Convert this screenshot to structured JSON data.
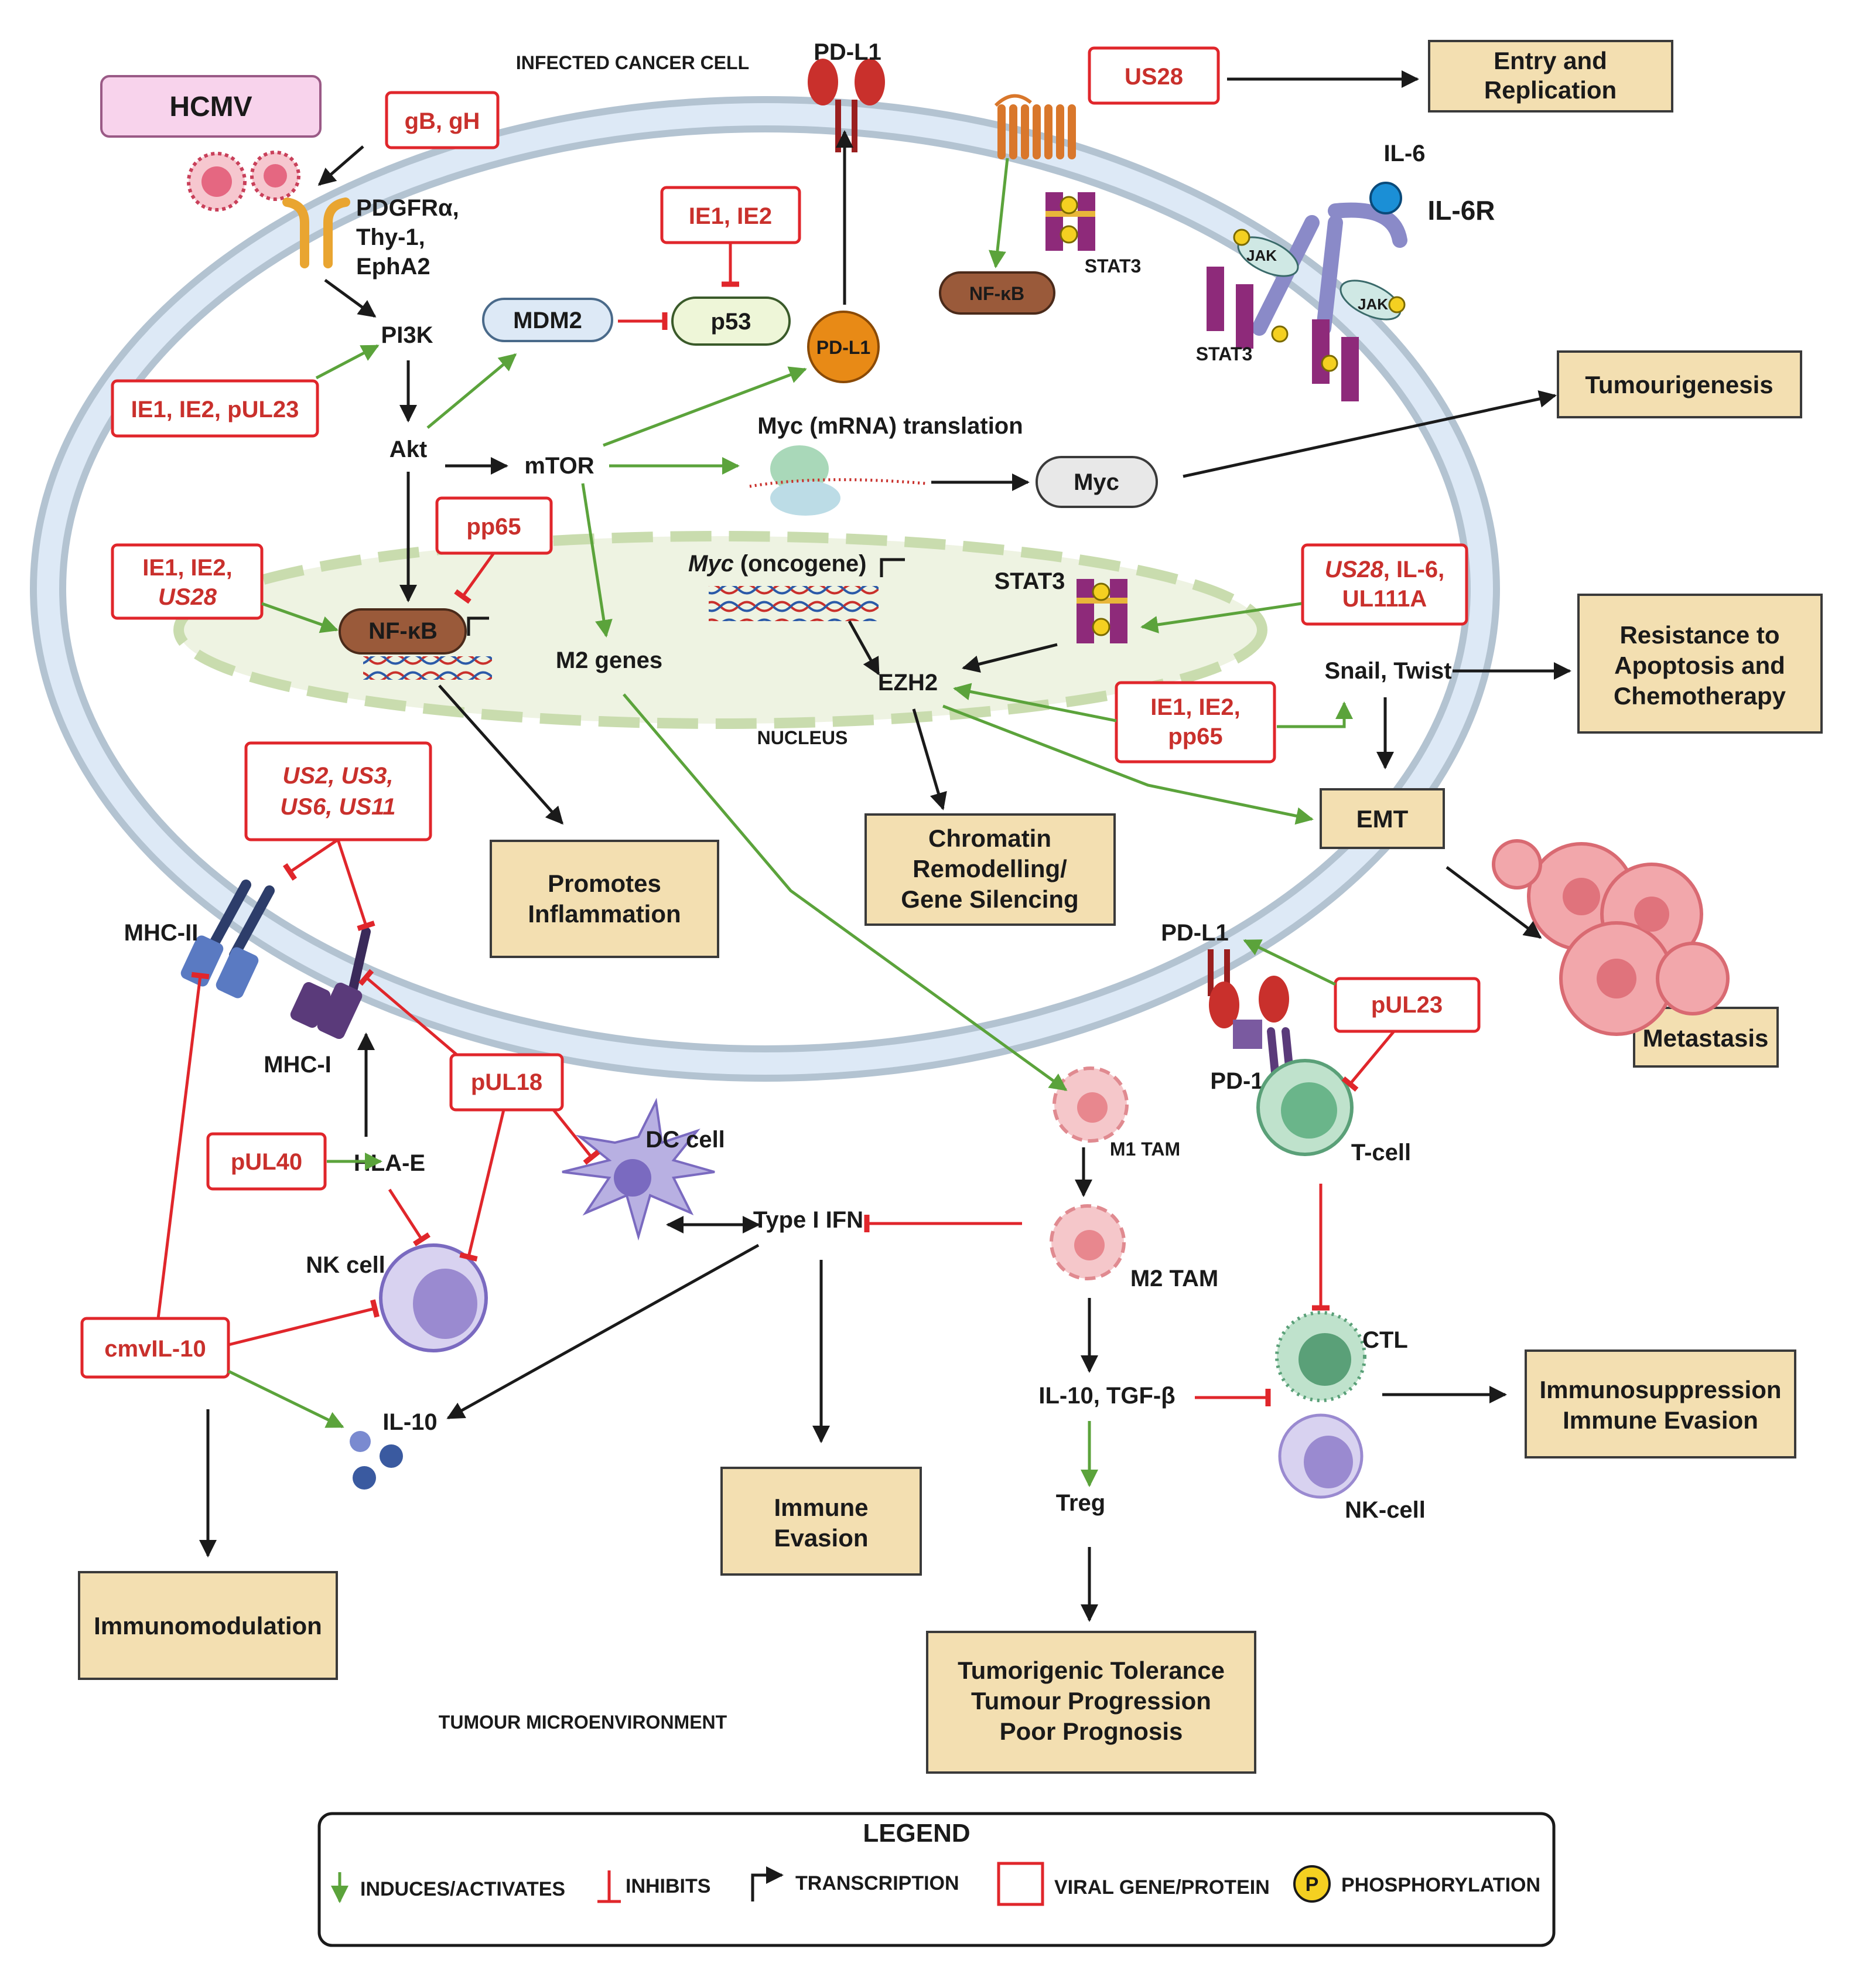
{
  "labels": {
    "infected_cancer_cell": "INFECTED CANCER CELL",
    "nucleus": "NUCLEUS",
    "tumour_microenvironment": "TUMOUR MICROENVIRONMENT",
    "hcmv": "HCMV",
    "receptors": [
      "PDGFRα,",
      "Thy-1,",
      "EphA2"
    ],
    "pi3k": "PI3K",
    "akt": "Akt",
    "mtor": "mTOR",
    "mdm2": "MDM2",
    "p53": "p53",
    "pdl1_top": "PD-L1",
    "pdl1_inner": "PD-L1",
    "il6": "IL-6",
    "il6r": "IL-6R",
    "stat3_a": "STAT3",
    "stat3_b": "STAT3",
    "stat3_c": "STAT3",
    "jak1": "JAK",
    "jak2": "JAK",
    "nfkb_cyto": "NF-κB",
    "nfkb_nuc": "NF-κB",
    "myc_translation": "Myc (mRNA) translation",
    "myc": "Myc",
    "myc_oncogene_italic": "Myc",
    "myc_oncogene_rest": " (oncogene)",
    "m2_genes": "M2 genes",
    "ezh2": "EZH2",
    "snail_twist": "Snail, Twist",
    "mhc2": "MHC-II",
    "mhc1": "MHC-I",
    "pdl1_right": "PD-L1",
    "pd1": "PD-1",
    "hla_e": "HLA-E",
    "nk_cell": "NK cell",
    "dc_cell": "DC cell",
    "type1_ifn": "Type I IFN",
    "m1_tam": "M1 TAM",
    "m2_tam": "M2 TAM",
    "t_cell": "T-cell",
    "ctl": "CTL",
    "nk_cell2": "NK-cell",
    "il10": "IL-10",
    "il10_tgfb": "IL-10, TGF-β",
    "treg": "Treg",
    "p": "P"
  },
  "viral": {
    "gb_gh": "gB, gH",
    "us28_top": "US28",
    "ie1_ie2_top": "IE1, IE2",
    "ie1_ie2_pul23": "IE1, IE2, pUL23",
    "pp65_top": "pp65",
    "ie1_ie2_us28_l1": "IE1, IE2,",
    "ie1_ie2_us28_l2": "US28",
    "us28_il6_l1a": "US28",
    "us28_il6_l1b": ", IL-6,",
    "us28_il6_l2": "UL111A",
    "ie1_ie2_pp65_l1": "IE1, IE2,",
    "ie1_ie2_pp65_l2": "pp65",
    "us2_l1": "US2, US3,",
    "us2_l2": "US6, US11",
    "pul18": "pUL18",
    "pul40": "pUL40",
    "pul23": "pUL23",
    "cmvil10": "cmvIL-10"
  },
  "outcomes": {
    "entry_l1": "Entry and",
    "entry_l2": "Replication",
    "tumourigenesis": "Tumourigenesis",
    "resistance_l1": "Resistance to",
    "resistance_l2": "Apoptosis and",
    "resistance_l3": "Chemotherapy",
    "emt": "EMT",
    "metastasis": "Metastasis",
    "chromatin_l1": "Chromatin",
    "chromatin_l2": "Remodelling/",
    "chromatin_l3": "Gene Silencing",
    "inflam_l1": "Promotes",
    "inflam_l2": "Inflammation",
    "immune_l1": "Immune",
    "immune_l2": "Evasion",
    "immunomodulation": "Immunomodulation",
    "immunosup_l1": "Immunosuppression",
    "immunosup_l2": "Immune Evasion",
    "tumorigenic_l1": "Tumorigenic Tolerance",
    "tumorigenic_l2": "Tumour Progression",
    "tumorigenic_l3": "Poor Prognosis"
  },
  "legend": {
    "title": "LEGEND",
    "induces": "INDUCES/ACTIVATES",
    "inhibits": "INHIBITS",
    "transcription": "TRANSCRIPTION",
    "viral": "VIRAL GENE/PROTEIN",
    "phospho": "PHOSPHORYLATION",
    "p": "P"
  },
  "colors": {
    "activate_arrow": "#5ba33b",
    "inhibit_line": "#e0262b",
    "viral_text": "#c9302c",
    "outcome_fill": "#f3dfb1",
    "membrane": "#b3c3d1",
    "membrane_inner": "#dde9f6",
    "nucleus_fill": "#eef3e2",
    "hcmv_fill": "#f8d3ec"
  }
}
